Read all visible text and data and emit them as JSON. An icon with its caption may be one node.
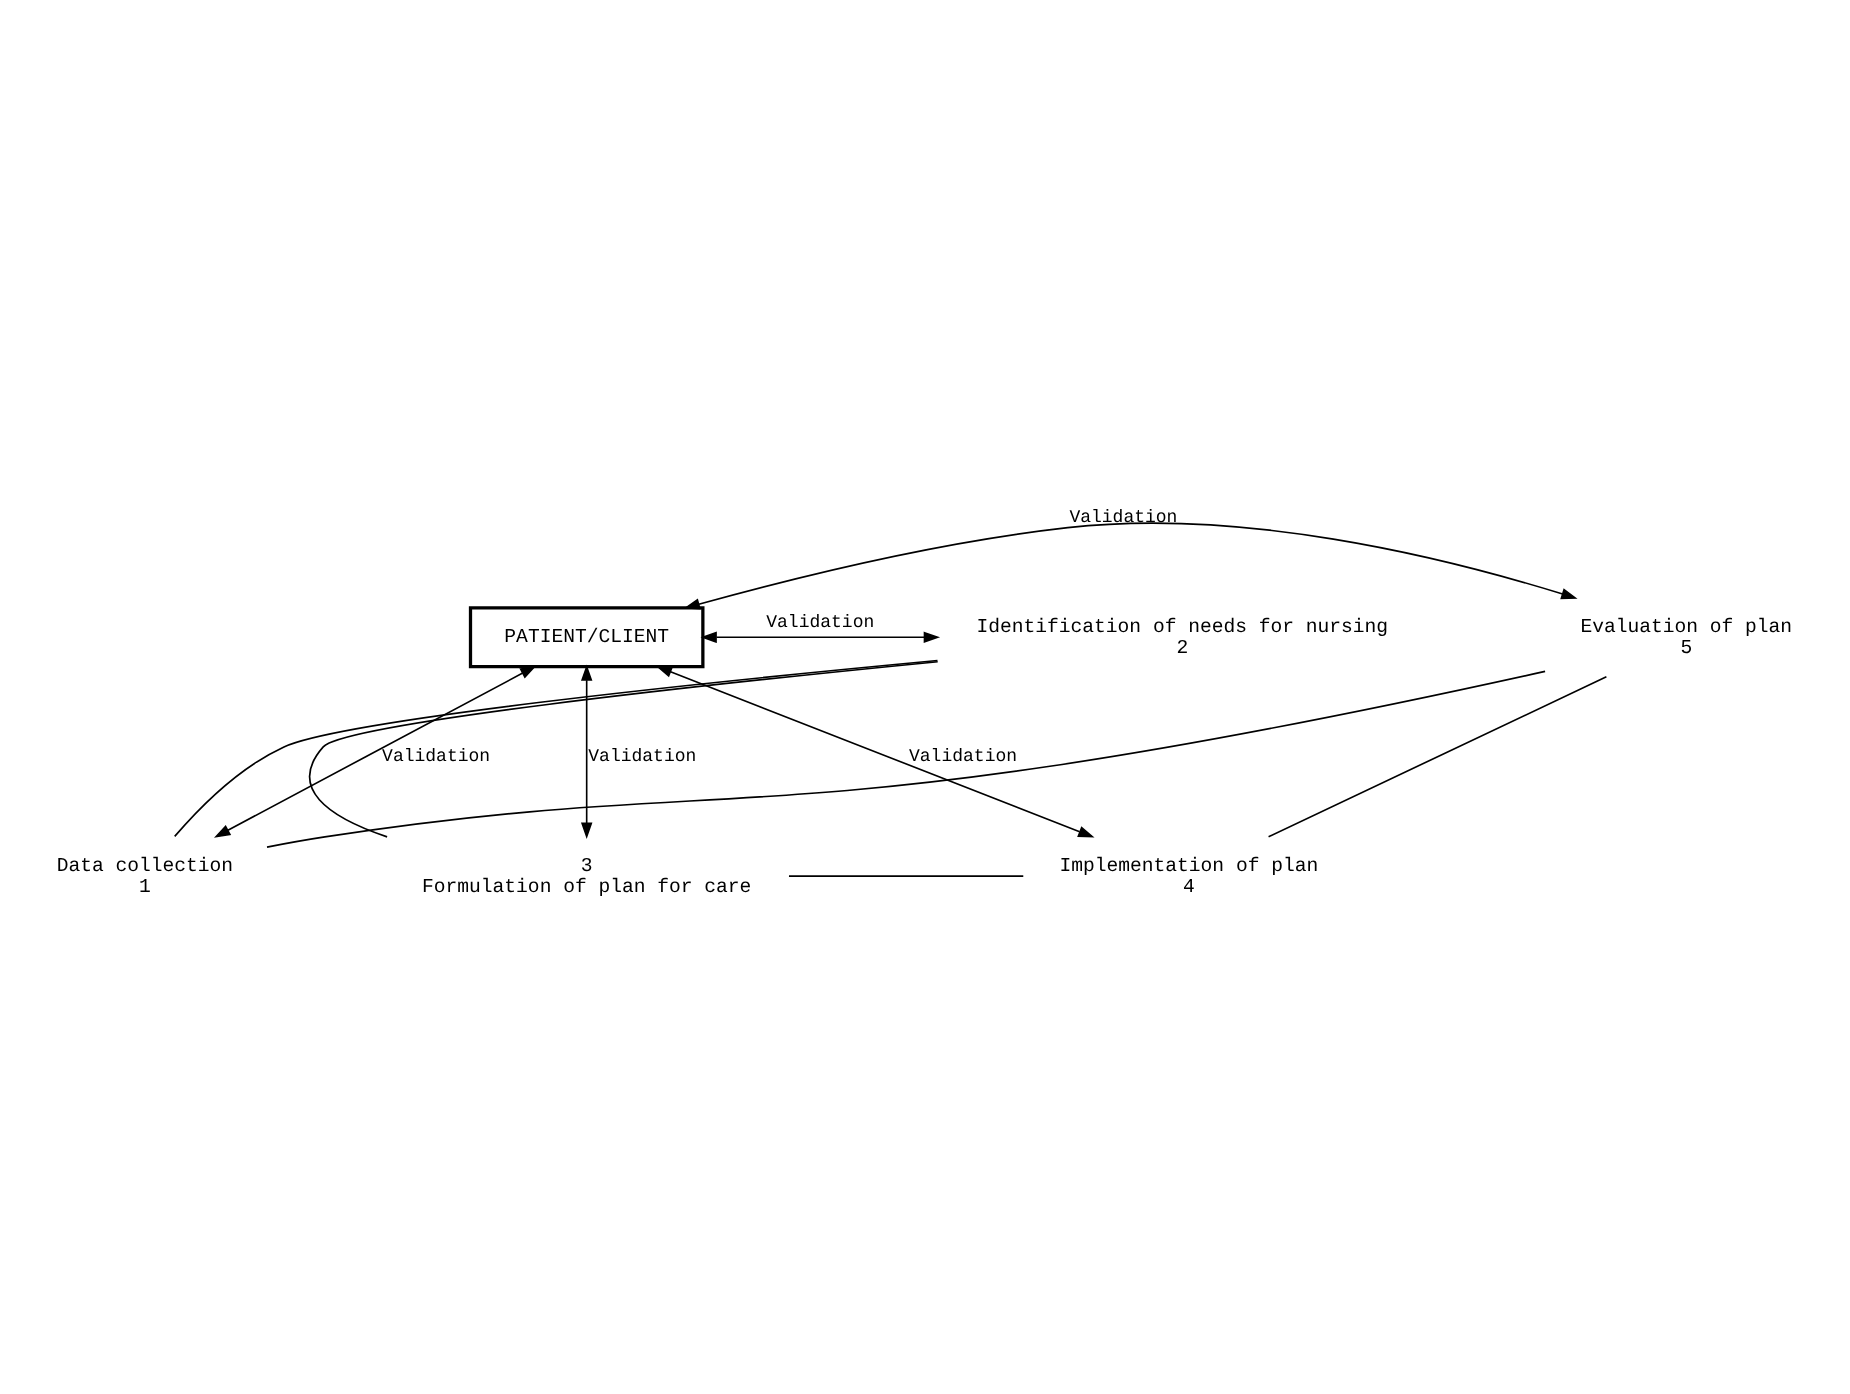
{
  "diagram": {
    "nodes": [
      {
        "text": [
          "Data collection",
          "1"
        ]
      },
      {
        "text": [
          "Evaluation of plan",
          "5"
        ]
      },
      {
        "text": [
          "Identification of needs for nursing",
          "2"
        ]
      },
      {
        "text": [
          "PATIENT/CLIENT"
        ]
      },
      {
        "text": [
          "Implementation of plan",
          "4"
        ]
      },
      {
        "text": [
          "3",
          "Formulation of plan for care"
        ]
      }
    ],
    "edges": [
      {
        "from": 0,
        "to": 2,
        "arrow": "none"
      },
      {
        "from": 2,
        "to": 5,
        "arrow": "none"
      },
      {
        "from": 5,
        "to": 4,
        "arrow": "none"
      },
      {
        "from": 4,
        "to": 1,
        "arrow": "none"
      },
      {
        "from": 1,
        "to": 0,
        "arrow": "none"
      },
      {
        "from": 3,
        "to": 0,
        "arrow": "both",
        "label": "Validation"
      },
      {
        "from": 3,
        "to": 2,
        "arrow": "both",
        "label": "Validation"
      },
      {
        "from": 3,
        "to": 5,
        "arrow": "both",
        "label": "Validation"
      },
      {
        "from": 3,
        "to": 4,
        "arrow": "both",
        "label": "Validation"
      },
      {
        "from": 3,
        "to": 1,
        "arrow": "both",
        "label": "Validation"
      }
    ]
  }
}
